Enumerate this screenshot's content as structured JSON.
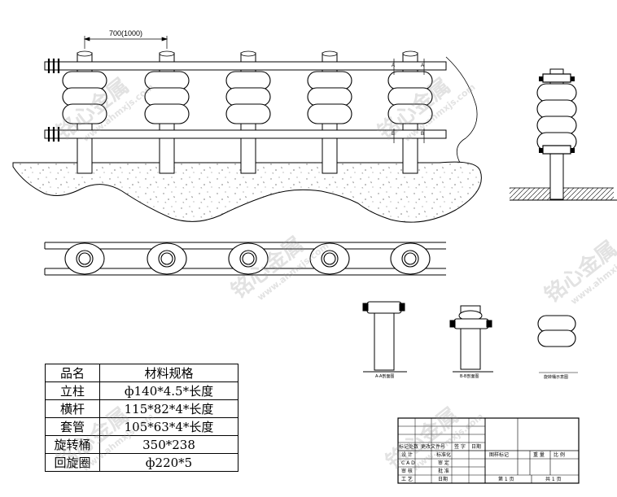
{
  "dimension": {
    "post_spacing": "700(1000)"
  },
  "section_marks": {
    "a_left": "A",
    "a_right": "A",
    "b_left": "B",
    "b_right": "B"
  },
  "view_labels": {
    "section_a": "A-A剖面图",
    "section_b": "B-B剖面图",
    "roller_side": "旋转桶示意图"
  },
  "spec_table": {
    "header": {
      "name": "品名",
      "spec": "材料规格"
    },
    "rows": [
      {
        "name": "立柱",
        "spec": "ф140*4.5*长度"
      },
      {
        "name": "横杆",
        "spec": "115*82*4*长度"
      },
      {
        "name": "套管",
        "spec": "105*63*4*长度"
      },
      {
        "name": "旋转桶",
        "spec": "350*238"
      },
      {
        "name": "回旋圈",
        "spec": "ф220*5"
      }
    ]
  },
  "title_block": {
    "rev_mark": "标记处数",
    "rev_doc": "更改文件号",
    "rev_sign": "签 字",
    "rev_date": "日期",
    "design": "设 计",
    "standard": "标准化",
    "cad": "C A D",
    "review": "审 定",
    "check": "审 核",
    "approve": "批 准",
    "process": "工 艺",
    "date": "日期",
    "drawing_mark": "图样标记",
    "weight": "重 量",
    "scale": "比 例",
    "sheet": "第 1 页",
    "total": "共 1 页"
  },
  "watermark": {
    "cn": "铭心金属",
    "en": "www.ahmxjs.com"
  }
}
